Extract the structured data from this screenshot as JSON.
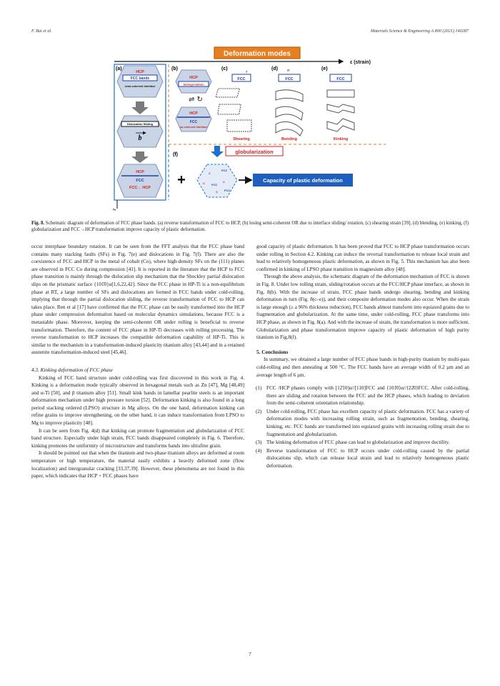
{
  "header": {
    "left": "F. Bai et al.",
    "right": "Materials Science & Engineering A 800 (2021) 140287"
  },
  "figure": {
    "banner": "Deformation modes",
    "strain_label": "ε (strain)",
    "panel_labels": [
      "(a)",
      "(b)",
      "(c)",
      "(d)",
      "(e)",
      "(f)"
    ],
    "a_hcp_top": "HCP",
    "a_fcc_bands": "FCC bands",
    "a_semi": "semi-coherent interface",
    "a_dislocation": "Dislocation Sliding",
    "a_b_vector": "b",
    "a_hcp_bottom": "HCP",
    "a_fcc_bottom": "FCC",
    "a_fcc_to_hcp": "FCC→ HCP",
    "b_hcp": "HCP",
    "b_sliding": "Sliding/rotation",
    "b_hcp2": "HCP",
    "b_fcc": "FCC",
    "b_nocoherent": "no-coherent interface",
    "c_fcc": "FCC",
    "d_fcc": "FCC",
    "e_fcc": "FCC",
    "c_tau": "τ",
    "d_sigma": "σ",
    "shearing": "Shearing",
    "bending": "Bending",
    "kinking": "Kinking",
    "globularization": "globularization",
    "alpha": "α",
    "f_fcc": "FCC",
    "capacity": "Capacity of plastic deformation",
    "plus": "+",
    "bottom_symbol": "ε"
  },
  "caption": {
    "label": "Fig. 8.",
    "text": " Schematic diagram of deformation of FCC phase bands. (a) reverse transformation of FCC to HCP, (b) losing semi-coherent OR due to interface sliding/ rotation, (c) shearing strain [39], (d) blending, (e) kinking, (f) globularization and FCC→HCP transformation improve capacity of plastic deformation."
  },
  "left": {
    "p1": "occur interphase boundary rotation. It can be seen from the FFT analysis that the FCC phase band contains many stacking faults (SFs) in Fig. 7(e) and dislocations in Fig. 7(f). There are also the coexistence of FCC and HCP in the metal of cobalt (Co), where high-density SFs on the (111) planes are observed in FCC Co during compression [41]. It is reported in the literature that the HCP to FCC phase transition is mainly through the dislocation slip mechanism that the Shockley partial dislocation slips on the prismatic surface {101̄0}α[1,6,22,42]. Since the FCC phase in HP-Ti is a non-equilibrium phase at RT, a large number of SFs and dislocations are formed in FCC bands under cold-rolling, implying that through the partial dislocation sliding, the reverse transformation of FCC to HCP can takes place. Ren et al [17] have confirmed that the FCC phase can be easily transformed into the HCP phase under compression deformation based on molecular dynamics simulations, because FCC is a metastable phase. Moreover, keeping the semi-coherent OR under rolling is beneficial to reverse transformation. Therefore, the content of FCC phase in HP-Ti decreases with rolling processing. The reverse transformation to HCP increases the compatible deformation capability of HP-Ti. This is similar to the mechanism in a transformation-induced plasticity titanium alloy [43,44] and in a retained austenite transformation-induced steel [45,46].",
    "section": "4.3.  Kinking deformation of FCC phase",
    "p2": "Kinking of FCC band structure under cold-rolling was first discovered in this work in Fig. 4. Kinking is a deformation mode typically observed in hexagonal metals such as Zn [47], Mg [48,49] and α-Ti [50], and β titanium alloy [51]. Small kink bands in lamellar pearlite steels is an important deformation mechanism under high pressure torsion [52]. Deformation kinking is also found in a long period stacking ordered (LPSO) structure in Mg alloys. On the one hand, deformation kinking can refine grains to improve strengthening, on the other hand, it can induce transformation from LPSO to Mg to improve plasticity [48].",
    "p3": "It can be seen from Fig. 4(d) that kinking can promote fragmentation and globularization of FCC band structure. Especially under high strain, FCC bands disappeared completely in Fig. 6. Therefore, kinking promotes the uniformity of microstructure and transforms bands into ultrafine grain.",
    "p4": "It should be pointed out that when the titanium and two-phase titanium alloys are deformed at room temperature or high temperature, the material easily exhibits a heavily deformed zone (flow localization) and intergranular cracking [33,37,39]. However, these phenomena are not found in this paper, which indicates that HCP + FCC phases have"
  },
  "right": {
    "p1": "good capacity of plastic deformation. It has been proved that FCC to HCP phase transformation occurs under rolling in Section 4.2. Kinking can induce the reversal transformation to release local strain and lead to relatively homogeneous plastic deformation, as shown in Fig. 5. This mechanism has also been confirmed in kinking of LPSO phase transition in magnesium alloy [48].",
    "p2": "Through the above analysis, the schematic diagram of the deformation mechanism of FCC is shown in Fig. 8. Under low rolling strain, sliding/rotation occurs at the FCC/HCP phase interface, as shown in Fig. 8(b). With the increase of strain, FCC phase bands undergo shearing, bending and kinking deformation in turn (Fig. 8(c–e)), and their composite deformation modes also occur. When the strain is large enough (≥ a 96% thickness reduction), FCC bands almost transform into equiaxed grains due to fragmentation and globularization. At the same time, under cold-rolling, FCC phase transforms into HCP phase, as shown in Fig. 8(a). And with the increase of strain, the transformation is more sufficient. Globularization and phase transformation improve capacity of plastic deformation of high purity titanium in Fig.8(f).",
    "section": "5.  Conclusions",
    "p3": "In summary, we obtained a large number of FCC phase bands in high-purity titanium by multi-pass cold-rolling and then annealing at 500 °C. The FCC bands have an average width of 0.2 μm and an average length of 6 μm.",
    "items": [
      {
        "num": "(1)",
        "text": "FCC /HCP phases comply with [12̄10]α//[110]FCC and ⟨101̄0⟩α//⟨22̄0⟩FCC. After cold-rolling, there are sliding and rotation between the FCC and the HCP phases, which leading to deviation from the semi-coherent orientation relationship."
      },
      {
        "num": "(2)",
        "text": "Under cold-rolling, FCC phase has excellent capacity of plastic deformation. FCC has a variety of deformation modes with increasing rolling strain, such as fragmentation, bending, shearing, kinking, etc. FCC bands are transformed into equiaxed grains with increasing rolling strain due to fragmentation and globularization."
      },
      {
        "num": "(3)",
        "text": "The kinking deformation of FCC phase can lead to globularization and improve ductility."
      },
      {
        "num": "(4)",
        "text": "Reverse transformation of FCC to HCP occurs under cold-rolling caused by the partial dislocations slip, which can release local strain and lead to relatively homogeneous plastic deformation."
      }
    ]
  },
  "page_number": "7"
}
